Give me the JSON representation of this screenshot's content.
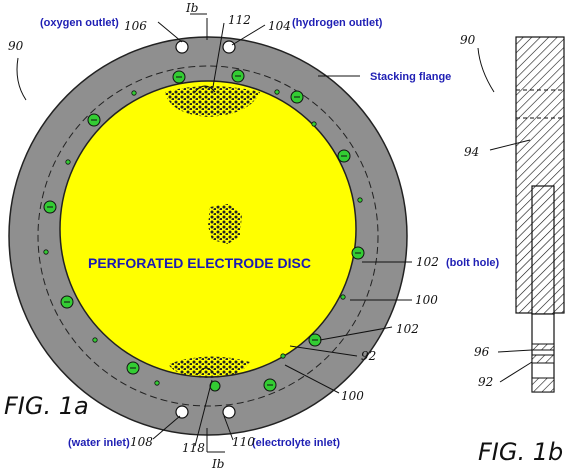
{
  "fig_a": {
    "figure_label": "FIG. 1a",
    "center_label": "PERFORATED ELECTRODE DISC",
    "labels": {
      "oxygen_outlet": "(oxygen outlet)",
      "hydrogen_outlet": "(hydrogen outlet)",
      "stacking_flange": "Stacking flange",
      "bolt_hole": "(bolt hole)",
      "water_inlet": "(water inlet)",
      "electrolyte_inlet": "(electrolyte inlet)"
    },
    "refs": {
      "r90": "90",
      "r106": "106",
      "r112": "112",
      "r104": "104",
      "r102a": "102",
      "r100a": "100",
      "r102b": "102",
      "r92": "92",
      "r100b": "100",
      "r108": "108",
      "r118": "118",
      "r110": "110",
      "section_top": "Ib",
      "section_bottom": "Ib"
    }
  },
  "fig_b": {
    "figure_label": "FIG. 1b",
    "refs": {
      "r90": "90",
      "r94": "94",
      "r96": "96",
      "r92": "92"
    }
  },
  "colors": {
    "flange": "#8f8f8f",
    "disc": "#ffff00",
    "bolt_hole": "#33cc33",
    "label_text": "#1f1fb4"
  }
}
